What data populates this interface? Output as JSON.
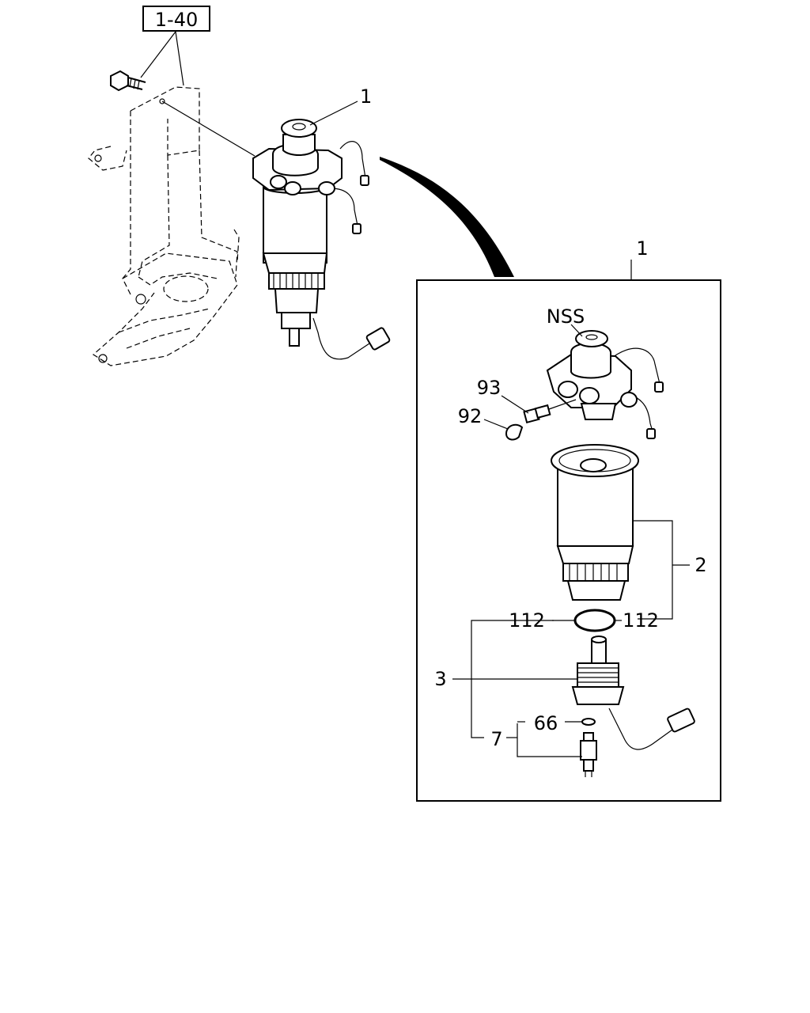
{
  "ref_box": {
    "text": "1-40"
  },
  "labels": {
    "assembly_top": "1",
    "assembly_box": "1",
    "nss": "NSS",
    "p93": "93",
    "p92": "92",
    "p2": "2",
    "p112_left": "112",
    "p112_right": "112",
    "p3": "3",
    "p66": "66",
    "p7": "7"
  }
}
